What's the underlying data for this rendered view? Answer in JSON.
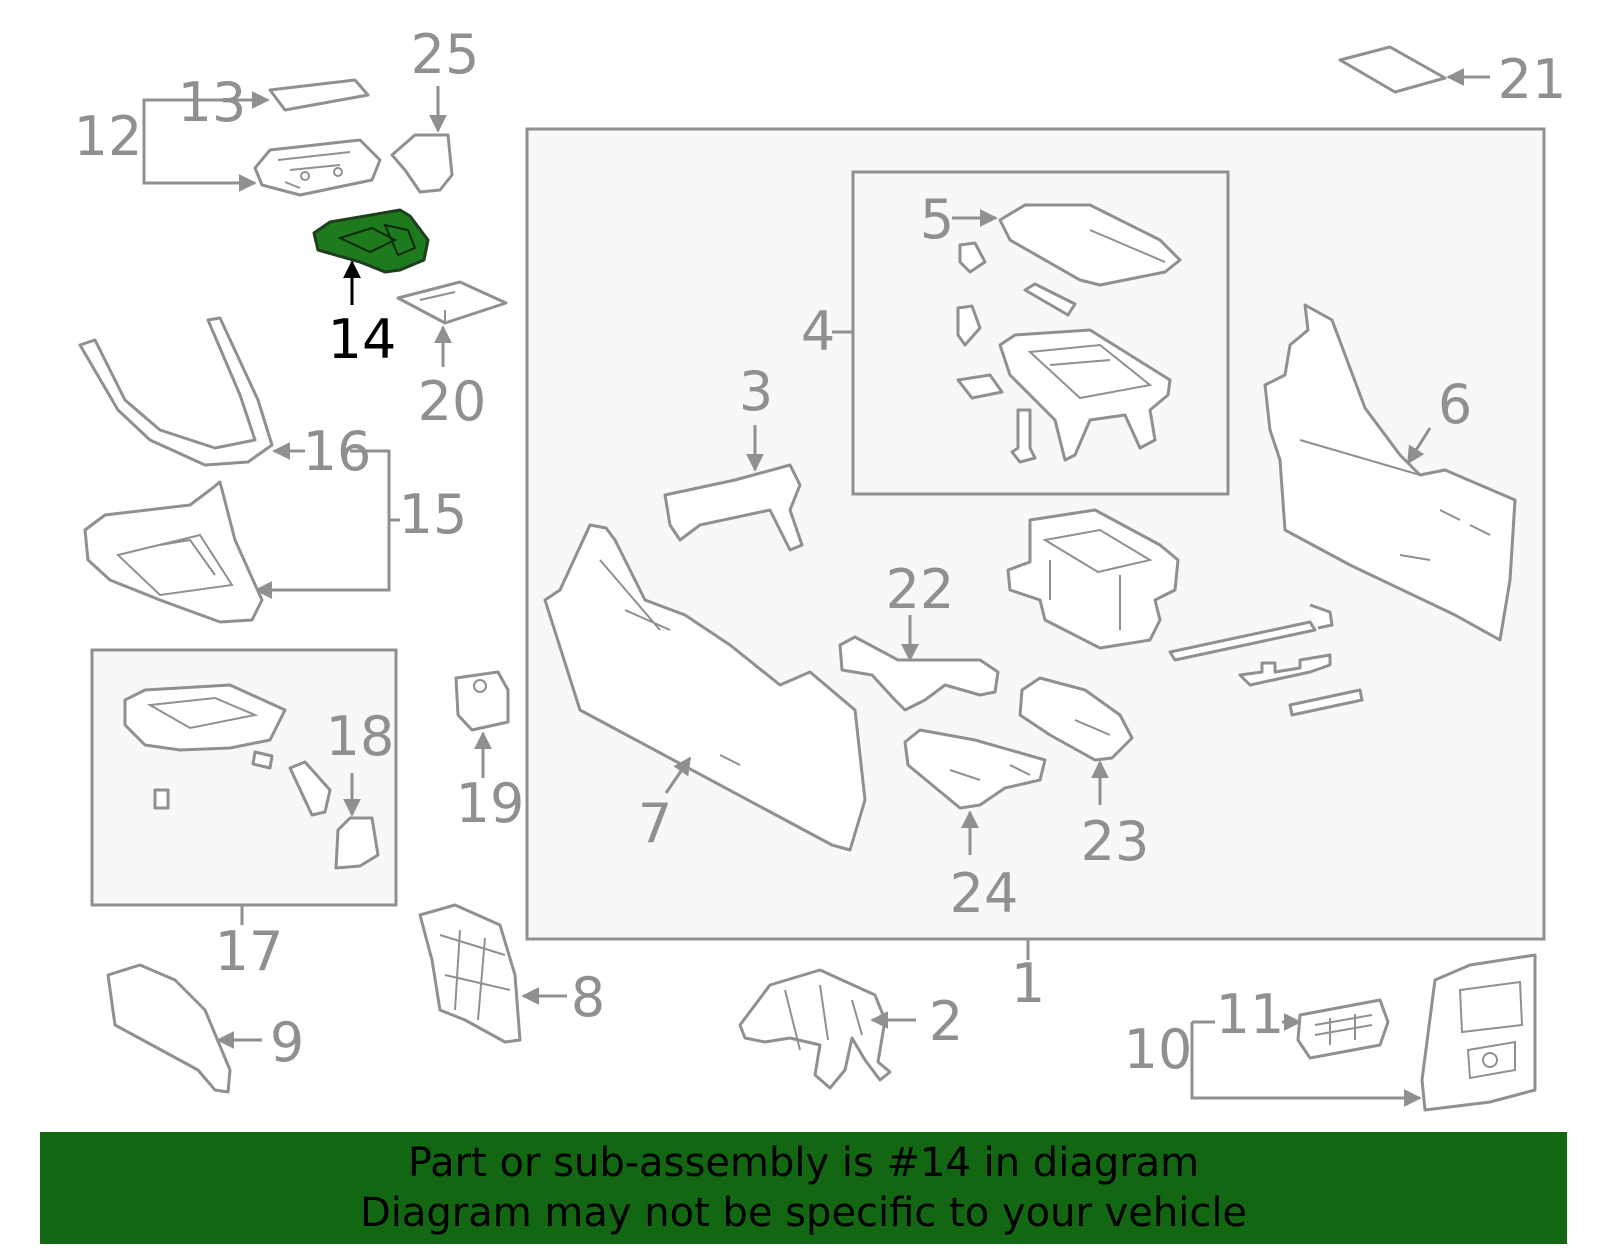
{
  "callouts": {
    "c1": "1",
    "c2": "2",
    "c3": "3",
    "c4": "4",
    "c5": "5",
    "c6": "6",
    "c7": "7",
    "c8": "8",
    "c9": "9",
    "c10": "10",
    "c11": "11",
    "c12": "12",
    "c13": "13",
    "c14": "14",
    "c15": "15",
    "c16": "16",
    "c17": "17",
    "c18": "18",
    "c19": "19",
    "c20": "20",
    "c21": "21",
    "c22": "22",
    "c23": "23",
    "c24": "24",
    "c25": "25"
  },
  "highlighted_part": "14",
  "banner": {
    "line1": "Part or sub-assembly is #14 in diagram",
    "line2": "Diagram may not be specific to your vehicle"
  },
  "colors": {
    "banner_background": "#136713",
    "highlight_fill": "#1d7a1d",
    "line_gray": "#909090"
  }
}
